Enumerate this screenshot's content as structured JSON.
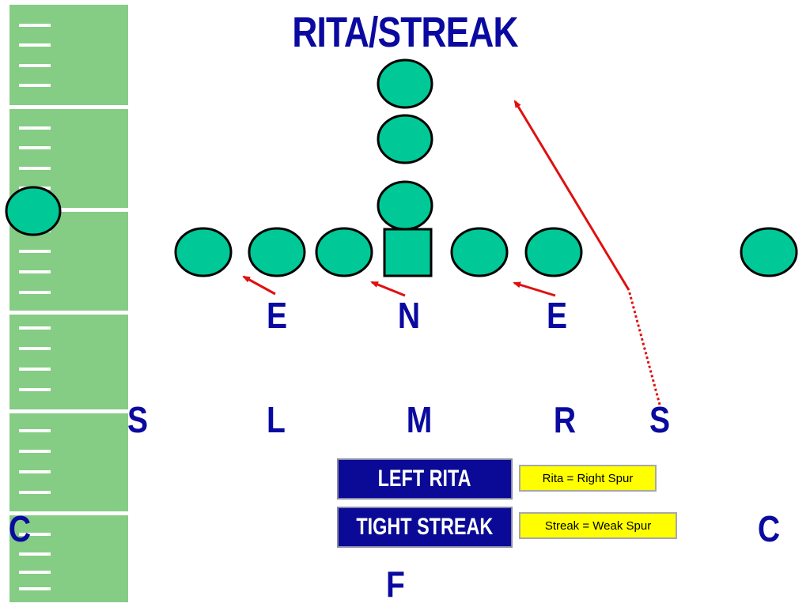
{
  "title": "RITA/STREAK",
  "colors": {
    "player_fill": "#00c896",
    "player_stroke": "#000000",
    "field_green": "#85cc85",
    "defense_text": "#0a0aa0",
    "arrow_red": "#e01010",
    "call_box_bg": "#0a0a96",
    "note_box_bg": "#ffff00"
  },
  "defense": {
    "line": {
      "left_end": "E",
      "nose": "N",
      "right_end": "E"
    },
    "second_level": {
      "left_spur": "S",
      "left_backer": "L",
      "middle_backer": "M",
      "right_backer": "R",
      "right_spur": "S"
    },
    "corners": {
      "left": "C",
      "right": "C"
    },
    "free_safety": "F"
  },
  "calls": [
    {
      "call": "LEFT RITA",
      "note": "Rita = Right Spur"
    },
    {
      "call": "TIGHT STREAK",
      "note": "Streak = Weak Spur"
    }
  ]
}
